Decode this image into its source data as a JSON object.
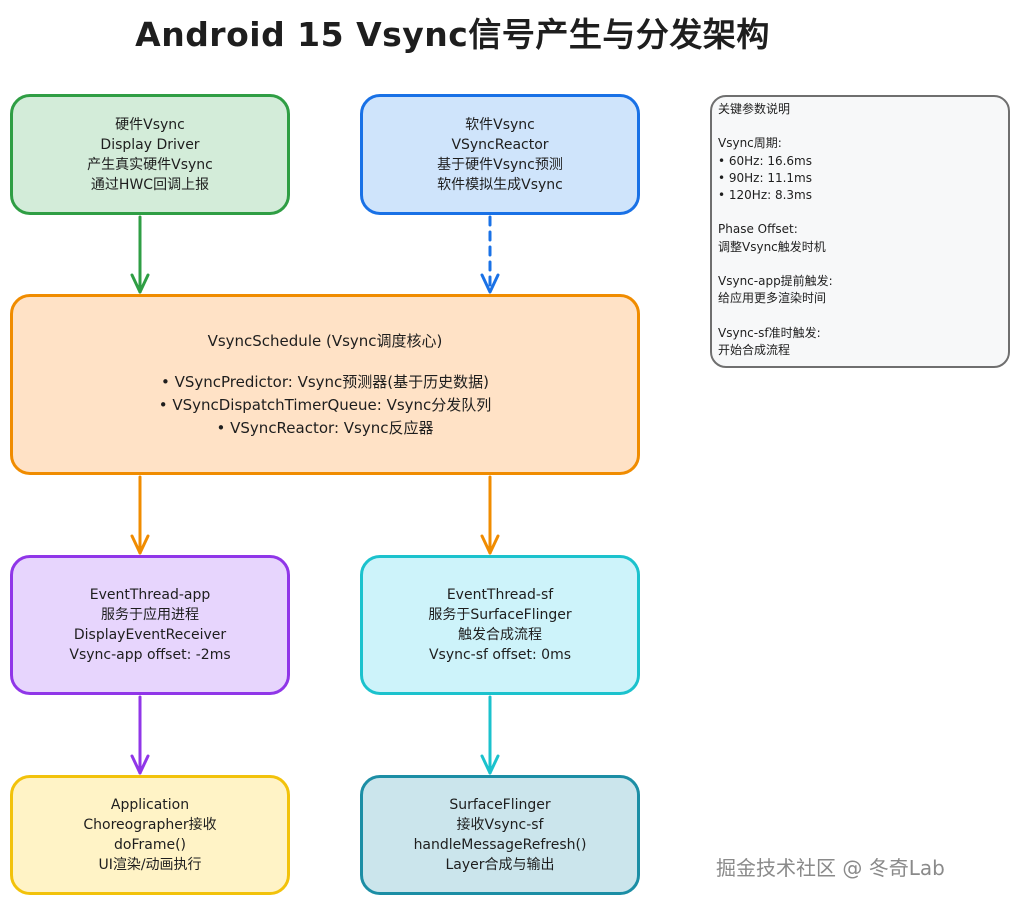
{
  "title": "Android 15 Vsync信号产生与分发架构",
  "nodes": {
    "hardware": {
      "lines": [
        "硬件Vsync",
        "Display Driver",
        "产生真实硬件Vsync",
        "通过HWC回调上报"
      ]
    },
    "software": {
      "lines": [
        "软件Vsync",
        "VSyncReactor",
        "基于硬件Vsync预测",
        "软件模拟生成Vsync"
      ]
    },
    "schedule": {
      "heading": "VsyncSchedule (Vsync调度核心)",
      "bullets": [
        "• VSyncPredictor: Vsync预测器(基于历史数据)",
        "• VSyncDispatchTimerQueue: Vsync分发队列",
        "• VSyncReactor: Vsync反应器"
      ]
    },
    "event_app": {
      "lines": [
        "EventThread-app",
        "服务于应用进程",
        "DisplayEventReceiver",
        "Vsync-app offset: -2ms"
      ]
    },
    "event_sf": {
      "lines": [
        "EventThread-sf",
        "服务于SurfaceFlinger",
        "触发合成流程",
        "Vsync-sf offset: 0ms"
      ]
    },
    "application": {
      "lines": [
        "Application",
        "Choreographer接收",
        "doFrame()",
        "UI渲染/动画执行"
      ]
    },
    "surfaceflinger": {
      "lines": [
        "SurfaceFlinger",
        "接收Vsync-sf",
        "handleMessageRefresh()",
        "Layer合成与输出"
      ]
    }
  },
  "notes": {
    "heading": "关键参数说明",
    "period_label": "Vsync周期:",
    "periods": [
      "• 60Hz: 16.6ms",
      "• 90Hz: 11.1ms",
      "• 120Hz: 8.3ms"
    ],
    "phase_label": "Phase Offset:",
    "phase_desc": "调整Vsync触发时机",
    "app_label": "Vsync-app提前触发:",
    "app_desc": "给应用更多渲染时间",
    "sf_label": "Vsync-sf准时触发:",
    "sf_desc": "开始合成流程"
  },
  "watermark": "掘金技术社区 @ 冬奇Lab",
  "edges": [
    {
      "from": "hardware",
      "to": "schedule",
      "style": "solid",
      "color": "#2f9e44"
    },
    {
      "from": "software",
      "to": "schedule",
      "style": "dashed",
      "color": "#1971e6"
    },
    {
      "from": "schedule",
      "to": "event_app",
      "style": "solid",
      "color": "#f08c00"
    },
    {
      "from": "schedule",
      "to": "event_sf",
      "style": "solid",
      "color": "#f08c00"
    },
    {
      "from": "event_app",
      "to": "application",
      "style": "solid",
      "color": "#9036e8"
    },
    {
      "from": "event_sf",
      "to": "surfaceflinger",
      "style": "solid",
      "color": "#1bc2cd"
    }
  ]
}
